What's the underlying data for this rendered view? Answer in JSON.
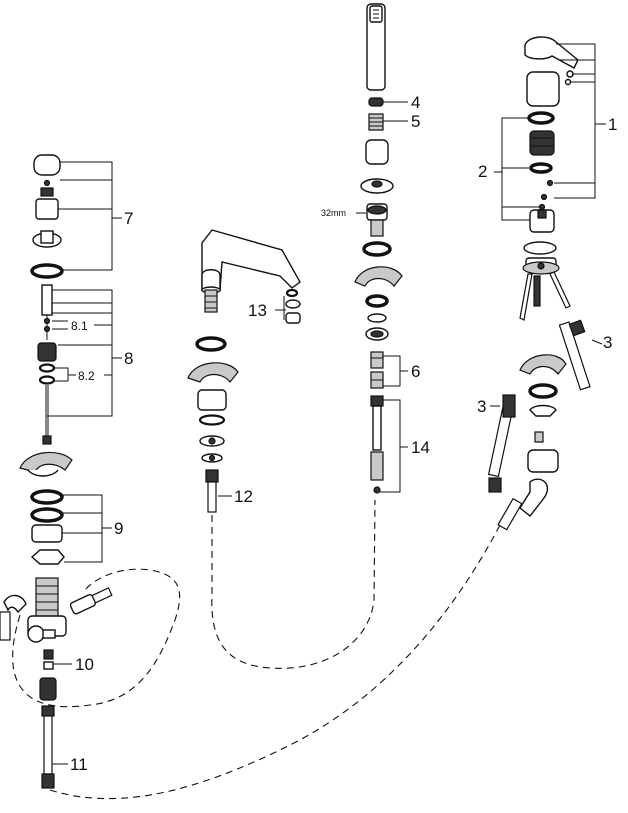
{
  "callouts": {
    "c1": "1",
    "c2": "2",
    "c3a": "3",
    "c3b": "3",
    "c4": "4",
    "c5": "5",
    "c6": "6",
    "c7": "7",
    "c8": "8",
    "c8_1": "8.1",
    "c8_2": "8.2",
    "c9": "9",
    "c10": "10",
    "c11": "11",
    "c12": "12",
    "c13": "13",
    "c14": "14"
  },
  "dimension": "32mm",
  "colors": {
    "line": "#111111",
    "metal": "#c9c9c9",
    "dark": "#333333"
  }
}
